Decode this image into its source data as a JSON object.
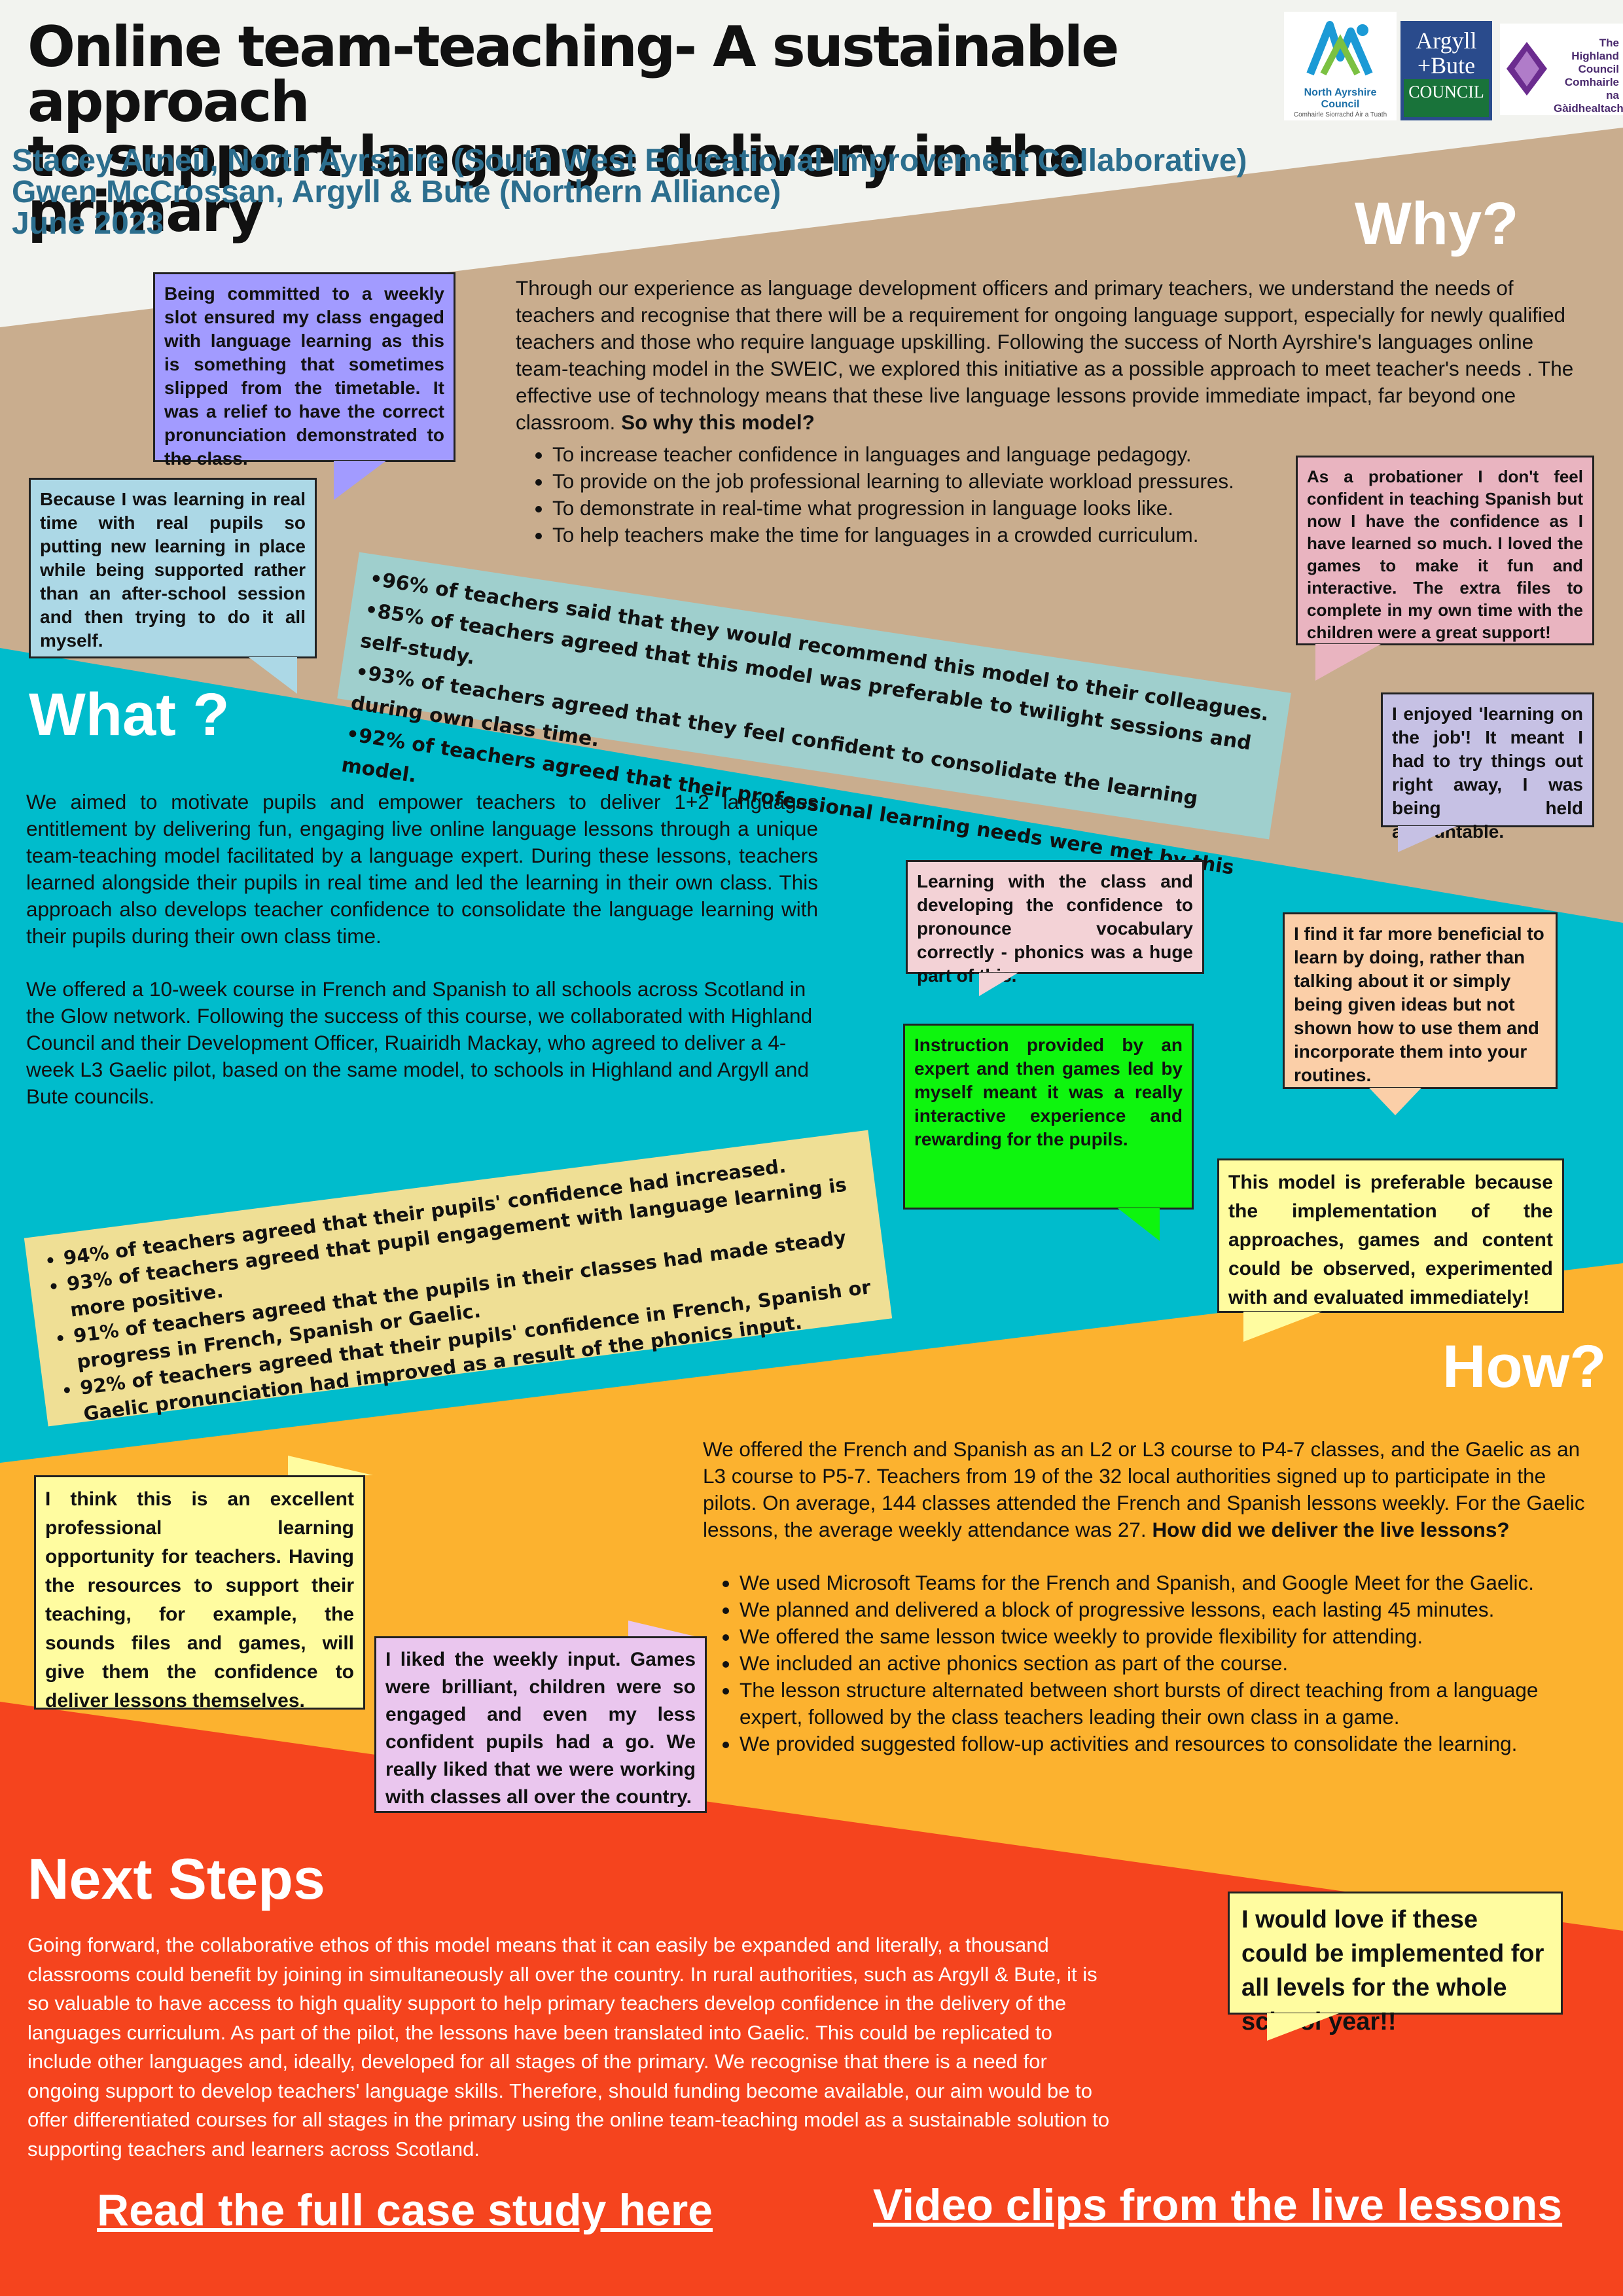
{
  "header": {
    "title_line1": "Online team-teaching- A sustainable approach",
    "title_line2": "to support language delivery in the primary",
    "author1": "Stacey Arneil, North Ayrshire (South West Educational Improvement Collaborative)",
    "author2": "Gwen McCrossan, Argyll & Bute (Northern Alliance)",
    "date": "June 2023"
  },
  "logos": {
    "north_ayrshire": {
      "line1": "North Ayrshire Council",
      "line2": "Comhairle Siorrachd Àir a Tuath"
    },
    "argyll_bute": {
      "line1": "Argyll",
      "line2": "+Bute",
      "line3": "COUNCIL"
    },
    "highland": {
      "line1": "The Highland",
      "line2": "Council",
      "line3": "Comhairle na",
      "line4": "Gàidhealtachd"
    }
  },
  "why": {
    "heading": "Why?",
    "paragraph": "Through our experience as language development officers and primary teachers, we understand the needs of teachers and recognise that there will be a requirement for ongoing language support, especially for newly qualified teachers and those who require language upskilling. Following the success of North Ayrshire's languages online team-teaching model in the SWEIC, we explored this initiative as a possible approach to meet teacher's needs .  The effective use of technology means that these live language lessons provide immediate impact, far beyond one classroom.",
    "question": "So why this model?",
    "bullets": [
      "To increase teacher confidence in languages and language pedagogy.",
      "To provide on the job professional learning to alleviate workload pressures.",
      "To demonstrate in real-time what progression in language looks like.",
      "To help teachers make the time for languages in a crowded curriculum."
    ]
  },
  "stats1": [
    "96% of teachers said that they would recommend this model to their colleagues.",
    "85% of teachers agreed that this model was preferable to twilight sessions and self-study.",
    "93% of teachers agreed that they feel confident to consolidate the learning during own class time.",
    "92% of teachers agreed that their professional learning needs were met by this model."
  ],
  "what": {
    "heading": "What ?",
    "para1": "We aimed to motivate pupils and empower teachers to deliver 1+2 languages entitlement by delivering fun, engaging live online language lessons through a unique team-teaching model facilitated by a language expert. During these lessons, teachers learned alongside their pupils in real time and led the learning in their own class. This approach also develops teacher confidence to consolidate the language learning with their pupils during their own class time.",
    "para2": "We offered a 10-week course in French and Spanish to all schools across Scotland in the Glow network. Following the success of this course, we collaborated with Highland Council and their Development Officer, Ruairidh Mackay, who agreed to deliver  a 4-week L3 Gaelic pilot, based on the same model, to schools in Highland and Argyll and Bute councils."
  },
  "stats2": [
    "94% of teachers agreed that their pupils' confidence had increased.",
    "93% of teachers agreed that pupil engagement with language learning is more positive.",
    "91% of teachers agreed that the pupils in their classes had made steady progress in French, Spanish or Gaelic.",
    "92% of teachers agreed that their pupils' confidence in French, Spanish or Gaelic pronunciation had improved as a result of the phonics input."
  ],
  "how": {
    "heading": "How?",
    "paragraph": "We offered the French and Spanish as an L2 or L3 course to P4-7 classes, and the Gaelic as an L3 course to P5-7. Teachers from 19 of the 32 local authorities signed up to participate in the pilots. On average, 144 classes attended the French and Spanish lessons weekly. For the Gaelic lessons, the average weekly attendance was 27.",
    "question": "How did we deliver the live lessons?",
    "bullets": [
      "We used Microsoft Teams for the French and Spanish, and Google Meet for the Gaelic.",
      "We planned and delivered a block of progressive lessons, each lasting 45 minutes.",
      "We offered the same lesson twice weekly to provide flexibility for attending.",
      "We included an active phonics section as part of the course.",
      "The lesson structure alternated between short bursts of direct teaching from a language expert, followed by the class teachers leading their own class in a game.",
      "We provided suggested follow-up activities and resources to consolidate the learning."
    ]
  },
  "next": {
    "heading": "Next Steps",
    "paragraph": "Going forward, the collaborative ethos of this model means that it can easily be expanded and literally, a thousand classrooms could benefit by joining in simultaneously all over the country. In rural authorities, such as Argyll & Bute, it is so valuable to have access to high quality support to help primary teachers develop confidence in the delivery of the languages curriculum. As part of the pilot, the lessons have been translated into Gaelic. This could be replicated to include other languages and, ideally, developed for all stages of the primary. We recognise that there is a need for ongoing support to develop teachers' language skills. Therefore, should funding become available, our aim would be to offer differentiated courses for all stages in the primary using the online team-teaching model as a sustainable solution to supporting teachers and learners across Scotland."
  },
  "quotes": {
    "weekly_slot": "Being committed to a weekly slot ensured my class engaged with language learning as this is something that sometimes slipped from the timetable. It was a relief to have the correct pronunciation demonstrated to the class.",
    "real_time": "Because I was learning in real time with real pupils so putting new learning in place while being supported rather than an after-school session and then trying to do it all myself.",
    "probationer": "As a probationer I don't feel confident in teaching Spanish but now I have the confidence as I have learned so much. I loved the games to make it fun and interactive. The extra files to complete in my own time with the children were a great support!",
    "on_the_job": "I enjoyed 'learning on the job'! It meant I had to try things out right away, I was being held accountable.",
    "phonics": "Learning with the class and developing the confidence to pronounce vocabulary correctly - phonics was a huge part of this.",
    "by_doing": "I find it far more beneficial to learn by doing, rather than talking about it or simply being given ideas but not shown how to use them and incorporate them into your routines.",
    "expert": "Instruction provided by an expert and then games led by myself meant it was a really interactive experience and rewarding for the pupils.",
    "preferable": "This model is preferable because the implementation of the approaches, games and content could be observed, experimented with and evaluated immediately!",
    "excellent": "I think this is an excellent professional learning opportunity for teachers. Having the resources to support their teaching, for example, the sounds files and games, will give them the confidence to deliver lessons themselves.",
    "weekly_input": "I liked the weekly input. Games were brilliant, children were so engaged and even my less confident pupils had a go. We really liked that we were working with classes all over the country.",
    "all_levels": "I would love if these could be implemented for all levels for the whole school year!!"
  },
  "links": {
    "case_study": "Read the full case study here",
    "video_clips": "Video clips from the live lessons"
  },
  "colors": {
    "background": "#f2f3ef",
    "tan_band": "#c9ad8e",
    "teal_band": "#00bccc",
    "orange_band": "#fcb22f",
    "red_band": "#f5441e",
    "author_blue": "#2c6e8e"
  }
}
